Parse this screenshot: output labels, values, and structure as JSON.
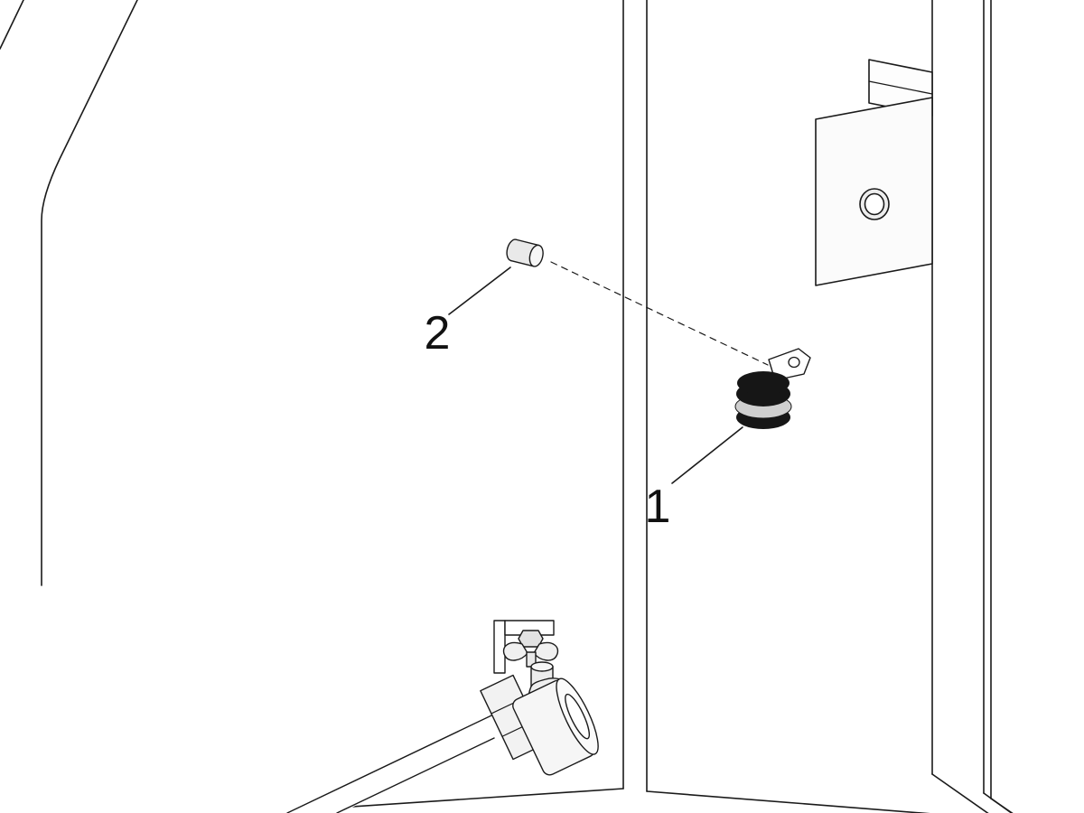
{
  "diagram": {
    "kind": "exploded-parts-line-drawing",
    "callouts": [
      {
        "number": "1",
        "part": "grommet-clip"
      },
      {
        "number": "2",
        "part": "set-screw"
      }
    ],
    "colors": {
      "background": "#ffffff",
      "line": "#1a1a1a",
      "part_dark": "#161616",
      "washer_gray": "#cfcfcf",
      "fill_light": "#f4f4f4"
    }
  }
}
